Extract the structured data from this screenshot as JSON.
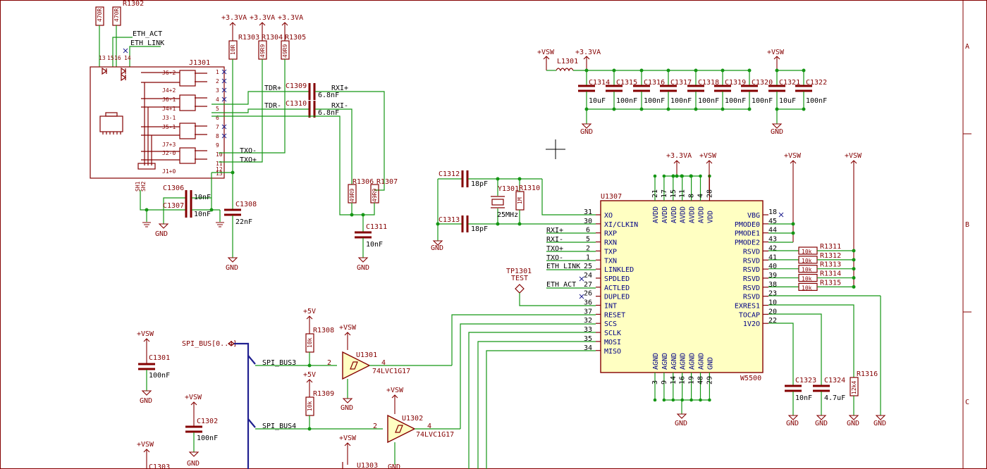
{
  "border": {
    "rows": [
      "A",
      "B",
      "C"
    ]
  },
  "power": {
    "v33a": "+3.3VA",
    "vsw": "+VSW",
    "v5": "+5V",
    "gnd": "GND"
  },
  "nets": {
    "eth_act": "ETH_ACT",
    "eth_link": "ETH_LINK",
    "tdr_p": "TDR+",
    "tdr_m": "TDR-",
    "rxi_p": "RXI+",
    "rxi_m": "RXI-",
    "txo_p": "TXO+",
    "txo_m": "TXO-",
    "rxi_p2": "RXI+",
    "rxi_m2": "RXI-",
    "txo_p2": "TXO+",
    "txo_m2": "TXO-",
    "eth_link2": "ETH_LINK",
    "eth_act2": "ETH_ACT",
    "spi_bus": "SPI_BUS[0..4]",
    "spi3": "SPI_BUS3",
    "spi4": "SPI_BUS4"
  },
  "parts": {
    "r1302": {
      "ref": "R1302",
      "val": "470R"
    },
    "r1301": {
      "val": "470R"
    },
    "r1303": {
      "ref": "R1303",
      "val": "10R"
    },
    "r1304": {
      "ref": "R1304",
      "val": "49R9"
    },
    "r1305": {
      "ref": "R1305",
      "val": "49R9"
    },
    "j1301": {
      "ref": "J1301"
    },
    "c1309": {
      "ref": "C1309",
      "val": "6.8nF"
    },
    "c1310": {
      "ref": "C1310",
      "val": "6.8nF"
    },
    "c1306": {
      "ref": "C1306",
      "val": "10nF"
    },
    "c1307": {
      "ref": "C1307",
      "val": "10nF"
    },
    "c1308": {
      "ref": "C1308",
      "val": "22nF"
    },
    "r1306": {
      "ref": "R1306",
      "val": "49R9"
    },
    "r1307": {
      "ref": "R1307",
      "val": "49R9"
    },
    "c1311": {
      "ref": "C1311",
      "val": "10nF"
    },
    "l1301": {
      "ref": "L1301"
    },
    "c1314": {
      "ref": "C1314",
      "val": "10uF"
    },
    "c1315": {
      "ref": "C1315",
      "val": "100nF"
    },
    "c1316": {
      "ref": "C1316",
      "val": "100nF"
    },
    "c1317": {
      "ref": "C1317",
      "val": "100nF"
    },
    "c1318": {
      "ref": "C1318",
      "val": "100nF"
    },
    "c1319": {
      "ref": "C1319",
      "val": "100nF"
    },
    "c1320": {
      "ref": "C1320",
      "val": "100nF"
    },
    "c1321": {
      "ref": "C1321",
      "val": "10uF"
    },
    "c1322": {
      "ref": "C1322",
      "val": "100nF"
    },
    "c1312": {
      "ref": "C1312",
      "val": "18pF"
    },
    "c1313": {
      "ref": "C1313",
      "val": "18pF"
    },
    "y1301": {
      "ref": "Y1301",
      "val": "25MHz"
    },
    "r1310": {
      "ref": "R1310",
      "val": "1M"
    },
    "u1307": {
      "ref": "U1307",
      "val": "W5500"
    },
    "r1311": {
      "ref": "R1311",
      "val": "10k"
    },
    "r1312": {
      "ref": "R1312",
      "val": "10k"
    },
    "r1313": {
      "ref": "R1313",
      "val": "10k"
    },
    "r1314": {
      "ref": "R1314",
      "val": "10k"
    },
    "r1315": {
      "ref": "R1315",
      "val": "10k"
    },
    "tp1301": {
      "ref": "TP1301",
      "val": "TEST"
    },
    "c1323": {
      "ref": "C1323",
      "val": "10nF"
    },
    "c1324": {
      "ref": "C1324",
      "val": "4.7uF"
    },
    "r1316": {
      "ref": "R1316",
      "val": "12k4"
    },
    "c1301": {
      "ref": "C1301",
      "val": "100nF"
    },
    "c1302": {
      "ref": "C1302",
      "val": "100nF"
    },
    "c1303": {
      "ref": "C1303"
    },
    "r1308": {
      "ref": "R1308",
      "val": "10k"
    },
    "r1309": {
      "ref": "R1309",
      "val": "10k"
    },
    "u1301": {
      "ref": "U1301",
      "val": "74LVC1G17"
    },
    "u1302": {
      "ref": "U1302",
      "val": "74LVC1G17"
    },
    "u1303": {
      "ref": "U1303"
    }
  },
  "u1307_pins": {
    "left": [
      {
        "num": "31",
        "name": "XO"
      },
      {
        "num": "30",
        "name": "XI/CLKIN"
      },
      {
        "num": "6",
        "name": "RXP"
      },
      {
        "num": "5",
        "name": "RXN"
      },
      {
        "num": "2",
        "name": "TXP"
      },
      {
        "num": "1",
        "name": "TXN"
      },
      {
        "num": "25",
        "name": "LINKLED"
      },
      {
        "num": "24",
        "name": "SPDLED"
      },
      {
        "num": "27",
        "name": "ACTLED"
      },
      {
        "num": "26",
        "name": "DUPLED"
      },
      {
        "num": "36",
        "name": "INT"
      },
      {
        "num": "37",
        "name": "RESET"
      },
      {
        "num": "32",
        "name": "SCS"
      },
      {
        "num": "33",
        "name": "SCLK"
      },
      {
        "num": "35",
        "name": "MOSI"
      },
      {
        "num": "34",
        "name": "MISO"
      }
    ],
    "right": [
      {
        "num": "18",
        "name": "VBG"
      },
      {
        "num": "45",
        "name": "PMODE0"
      },
      {
        "num": "44",
        "name": "PMODE1"
      },
      {
        "num": "43",
        "name": "PMODE2"
      },
      {
        "num": "42",
        "name": "RSVD"
      },
      {
        "num": "41",
        "name": "RSVD"
      },
      {
        "num": "40",
        "name": "RSVD"
      },
      {
        "num": "39",
        "name": "RSVD"
      },
      {
        "num": "38",
        "name": "RSVD"
      },
      {
        "num": "23",
        "name": "RSVD"
      },
      {
        "num": "10",
        "name": "EXRES1"
      },
      {
        "num": "20",
        "name": "TOCAP"
      },
      {
        "num": "22",
        "name": "1V2O"
      }
    ],
    "top": [
      {
        "num": "21",
        "name": "AVDD"
      },
      {
        "num": "17",
        "name": "AVDD"
      },
      {
        "num": "15",
        "name": "AVDD"
      },
      {
        "num": "11",
        "name": "AVDD"
      },
      {
        "num": "8",
        "name": "AVDD"
      },
      {
        "num": "4",
        "name": "AVDD"
      },
      {
        "num": "28",
        "name": "VDD"
      }
    ],
    "bottom": [
      {
        "num": "3",
        "name": "AGND"
      },
      {
        "num": "9",
        "name": "AGND"
      },
      {
        "num": "14",
        "name": "AGND"
      },
      {
        "num": "16",
        "name": "AGND"
      },
      {
        "num": "19",
        "name": "AGND"
      },
      {
        "num": "48",
        "name": "AGND"
      },
      {
        "num": "29",
        "name": "GND"
      }
    ]
  },
  "j1301_pins": {
    "left": [
      "J6-2",
      "J4+2",
      "J6-1",
      "J4+1",
      "J3-1",
      "J5-1",
      "J7+3",
      "J2-0",
      "J1+0"
    ],
    "right": [
      "1",
      "2",
      "3",
      "4",
      "5",
      "6",
      "7",
      "8",
      "9",
      "10",
      "11",
      "12",
      "13"
    ],
    "top": [
      "14",
      "16",
      "15",
      "17"
    ],
    "bottom": [
      "SH1",
      "SH2"
    ]
  }
}
